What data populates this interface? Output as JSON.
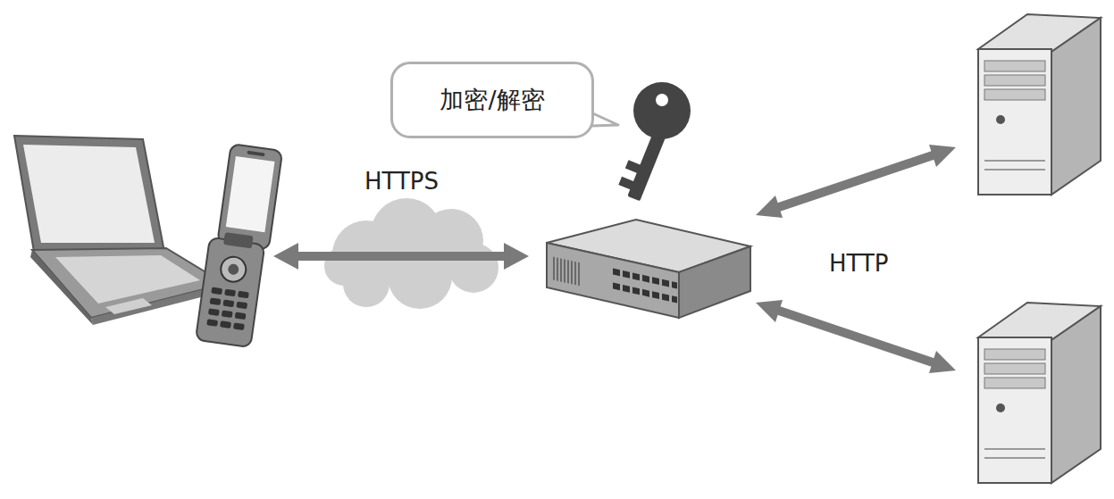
{
  "diagram": {
    "nodes": [
      {
        "text": [
          "加密/解密"
        ]
      }
    ],
    "labels": [
      "HTTPS",
      "HTTP"
    ]
  }
}
